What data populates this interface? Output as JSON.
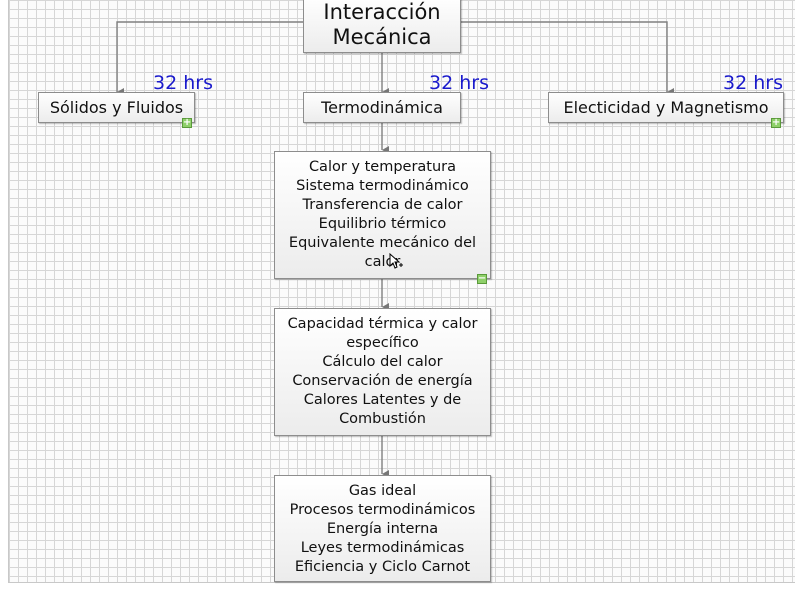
{
  "central_topic": {
    "line1": "Interacción",
    "line2": "Mecánica"
  },
  "branches": [
    {
      "label": "Sólidos y Fluidos",
      "hours": "32 hrs",
      "toggle": "expand-icon"
    },
    {
      "label": "Termodinámica",
      "hours": "32 hrs"
    },
    {
      "label": "Electicidad y Magnetismo",
      "hours": "32 hrs",
      "toggle": "expand-icon"
    }
  ],
  "subtopics": [
    {
      "lines": [
        "Calor y temperatura",
        "Sistema termodinámico",
        "Transferencia de calor",
        "Equilibrio térmico",
        "Equivalente mecánico del",
        "calor"
      ],
      "toggle": "collapse-icon"
    },
    {
      "lines": [
        "Capacidad térmica y calor",
        "específico",
        "Cálculo del calor",
        "Conservación de energía",
        "Calores Latentes y de",
        "Combustión"
      ]
    },
    {
      "lines": [
        "Gas ideal",
        "Procesos termodinámicos",
        "Energía interna",
        "Leyes termodinámicas",
        "Eficiencia y Ciclo Carnot"
      ]
    }
  ],
  "colors": {
    "hours_text": "#1a1acc",
    "connector": "#808080",
    "grid": "#d6d6d6"
  }
}
